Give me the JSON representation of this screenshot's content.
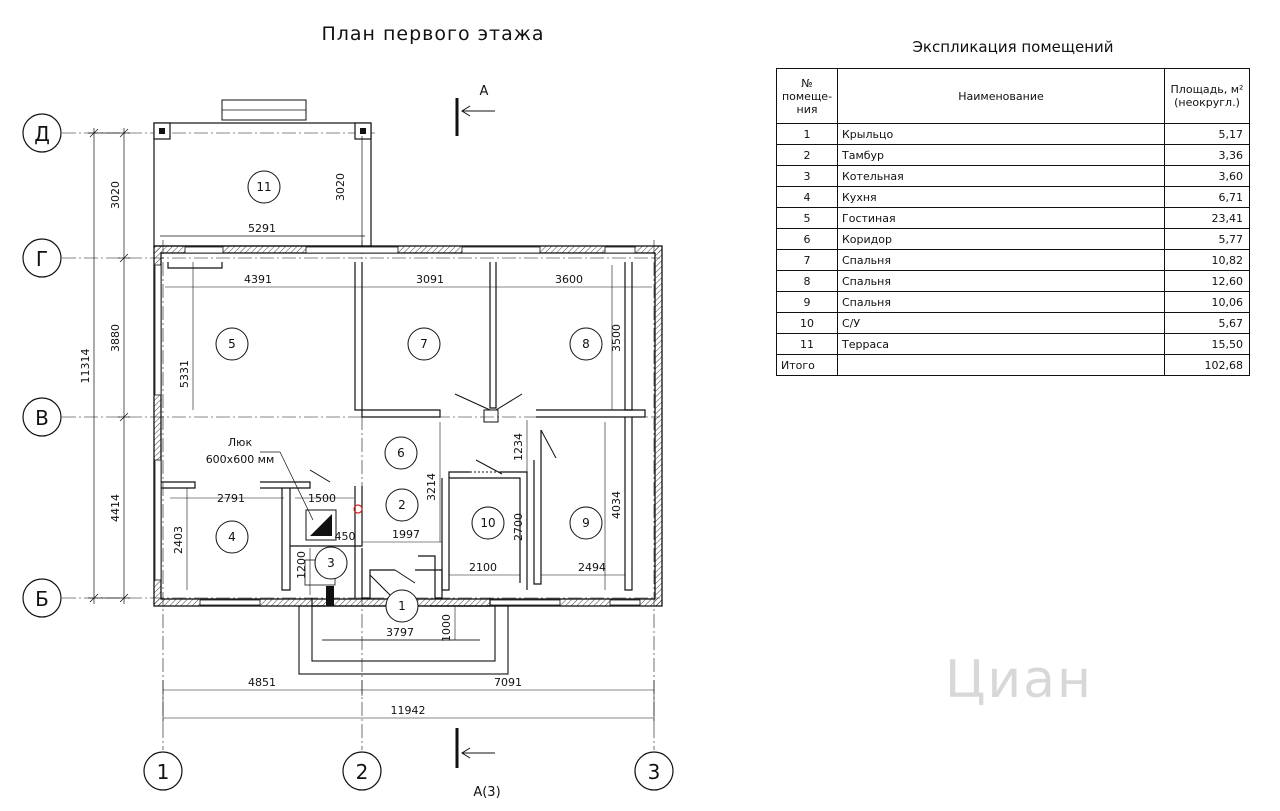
{
  "plan": {
    "title": "План первого этажа",
    "section_mark_top": "А",
    "section_mark_bottom": "А(3)",
    "axes_vertical": [
      "Д",
      "Г",
      "В",
      "Б"
    ],
    "axes_horizontal": [
      "1",
      "2",
      "3"
    ],
    "dims": {
      "left_3020": "3020",
      "left_3880": "3880",
      "left_4414": "4414",
      "left_total": "11314",
      "terrace_width": "5291",
      "terrace_depth": "3020",
      "room5_width": "4391",
      "room7_width": "3091",
      "room8_width": "3600",
      "room5_depth": "5331",
      "room8_depth": "3500",
      "corridor_1234": "1234",
      "tambour_depth": "3214",
      "room4_width": "2791",
      "room4_depth": "2403",
      "boiler_depth": "1200",
      "hatch_1500": "1500",
      "dim_450": "450",
      "dim_1997": "1997",
      "wc_depth": "2700",
      "wc_width": "2100",
      "room9_width": "2494",
      "room9_depth": "4034",
      "porch_width": "3797",
      "porch_depth": "1000",
      "bottom_4851": "4851",
      "bottom_7091": "7091",
      "bottom_total": "11942"
    },
    "hatch_label_1": "Люк",
    "hatch_label_2": "600х600 мм",
    "rooms": [
      "1",
      "2",
      "3",
      "4",
      "5",
      "6",
      "7",
      "8",
      "9",
      "10",
      "11"
    ]
  },
  "legend": {
    "title": "Экспликация помещений",
    "header_num_1": "№",
    "header_num_2": "помеще-",
    "header_num_3": "ния",
    "header_name": "Наименование",
    "header_area_1": "Площадь, м²",
    "header_area_2": "(неокругл.)",
    "rows": [
      {
        "num": "1",
        "name": "Крыльцо",
        "area": "5,17"
      },
      {
        "num": "2",
        "name": "Тамбур",
        "area": "3,36"
      },
      {
        "num": "3",
        "name": "Котельная",
        "area": "3,60"
      },
      {
        "num": "4",
        "name": "Кухня",
        "area": "6,71"
      },
      {
        "num": "5",
        "name": "Гостиная",
        "area": "23,41"
      },
      {
        "num": "6",
        "name": "Коридор",
        "area": "5,77"
      },
      {
        "num": "7",
        "name": "Спальня",
        "area": "10,82"
      },
      {
        "num": "8",
        "name": "Спальня",
        "area": "12,60"
      },
      {
        "num": "9",
        "name": "Спальня",
        "area": "10,06"
      },
      {
        "num": "10",
        "name": "С/У",
        "area": "5,67"
      },
      {
        "num": "11",
        "name": "Терраса",
        "area": "15,50"
      }
    ],
    "total_label": "Итого",
    "total_area": "102,68"
  },
  "watermark": "Циан"
}
